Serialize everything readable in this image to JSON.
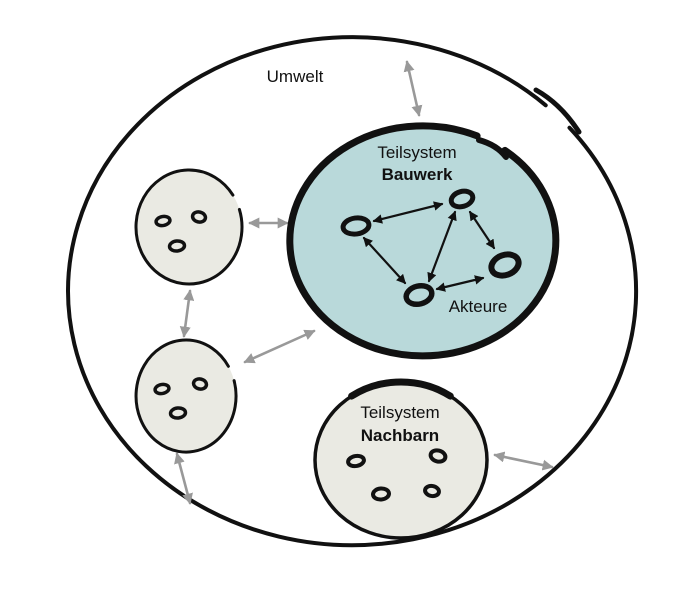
{
  "diagram": {
    "environment_label": "Umwelt",
    "subsystems": [
      {
        "id": "bauwerk",
        "label_line1": "Teilsystem",
        "label_line2": "Bauwerk",
        "actors_label": "Akteure",
        "actor_count": 4
      },
      {
        "id": "nachbarn",
        "label_line1": "Teilsystem",
        "label_line2": "Nachbarn",
        "actor_count": 4
      },
      {
        "id": "unlabeled-top-left",
        "actor_count": 3
      },
      {
        "id": "unlabeled-bottom-left",
        "actor_count": 3
      }
    ],
    "relations": [
      {
        "from": "umwelt",
        "to": "bauwerk",
        "style": "double-arrow"
      },
      {
        "from": "unlabeled-top-left",
        "to": "bauwerk",
        "style": "double-arrow"
      },
      {
        "from": "unlabeled-top-left",
        "to": "unlabeled-bottom-left",
        "style": "double-arrow"
      },
      {
        "from": "unlabeled-bottom-left",
        "to": "bauwerk",
        "style": "double-arrow"
      },
      {
        "from": "unlabeled-bottom-left",
        "to": "umwelt",
        "style": "double-arrow"
      },
      {
        "from": "nachbarn",
        "to": "umwelt",
        "style": "double-arrow"
      }
    ],
    "colors": {
      "background": "#ffffff",
      "outline": "#111111",
      "bauwerk_fill": "#b9d9da",
      "subsystem_fill": "#eaeae3",
      "arrow_gray": "#999999"
    }
  }
}
